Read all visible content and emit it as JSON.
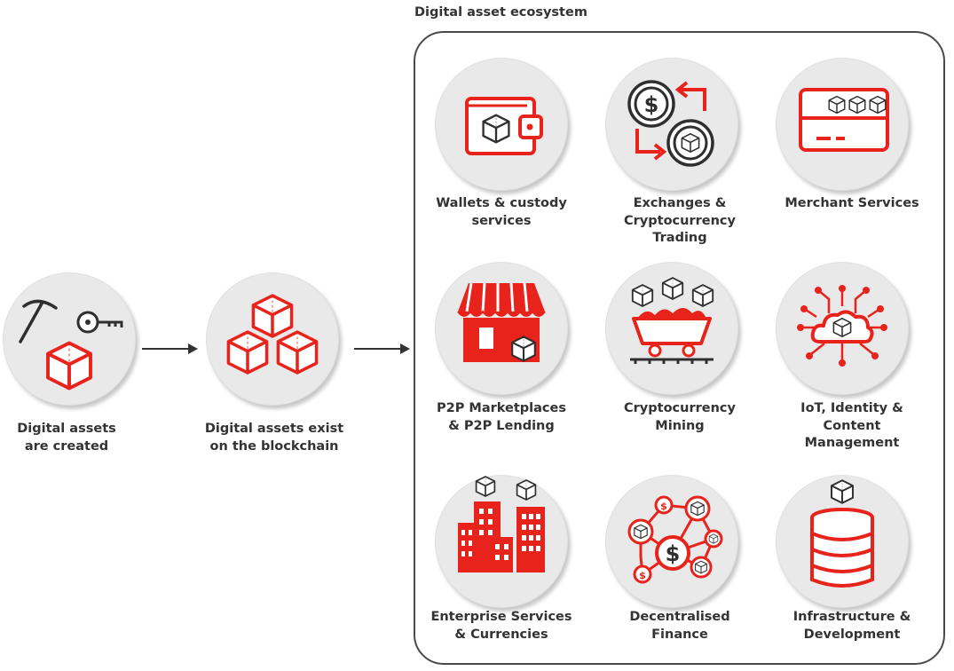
{
  "ecosystem": {
    "title": "Digital asset ecosystem"
  },
  "flow": [
    {
      "label": "Digital assets\nare created",
      "icon": "pickaxe-key-cube-icon"
    },
    {
      "label": "Digital assets exist\non the blockchain",
      "icon": "stacked-cubes-icon"
    }
  ],
  "items": [
    {
      "label": "Wallets & custody\nservices",
      "icon": "wallet-icon"
    },
    {
      "label": "Exchanges &\nCryptocurrency\nTrading",
      "icon": "exchange-icon"
    },
    {
      "label": "Merchant Services",
      "icon": "card-icon"
    },
    {
      "label": "P2P Marketplaces\n& P2P Lending",
      "icon": "storefront-icon"
    },
    {
      "label": "Cryptocurrency\nMining",
      "icon": "mining-cart-icon"
    },
    {
      "label": "IoT, Identity &\nContent\nManagement",
      "icon": "cloud-network-icon"
    },
    {
      "label": "Enterprise Services\n& Currencies",
      "icon": "buildings-icon"
    },
    {
      "label": "Decentralised\nFinance",
      "icon": "defi-network-icon"
    },
    {
      "label": "Infrastructure &\nDevelopment",
      "icon": "database-icon"
    }
  ],
  "colors": {
    "accent": "#e8231b",
    "dark": "#2f2f2f",
    "circle": "#e9e9e9"
  }
}
